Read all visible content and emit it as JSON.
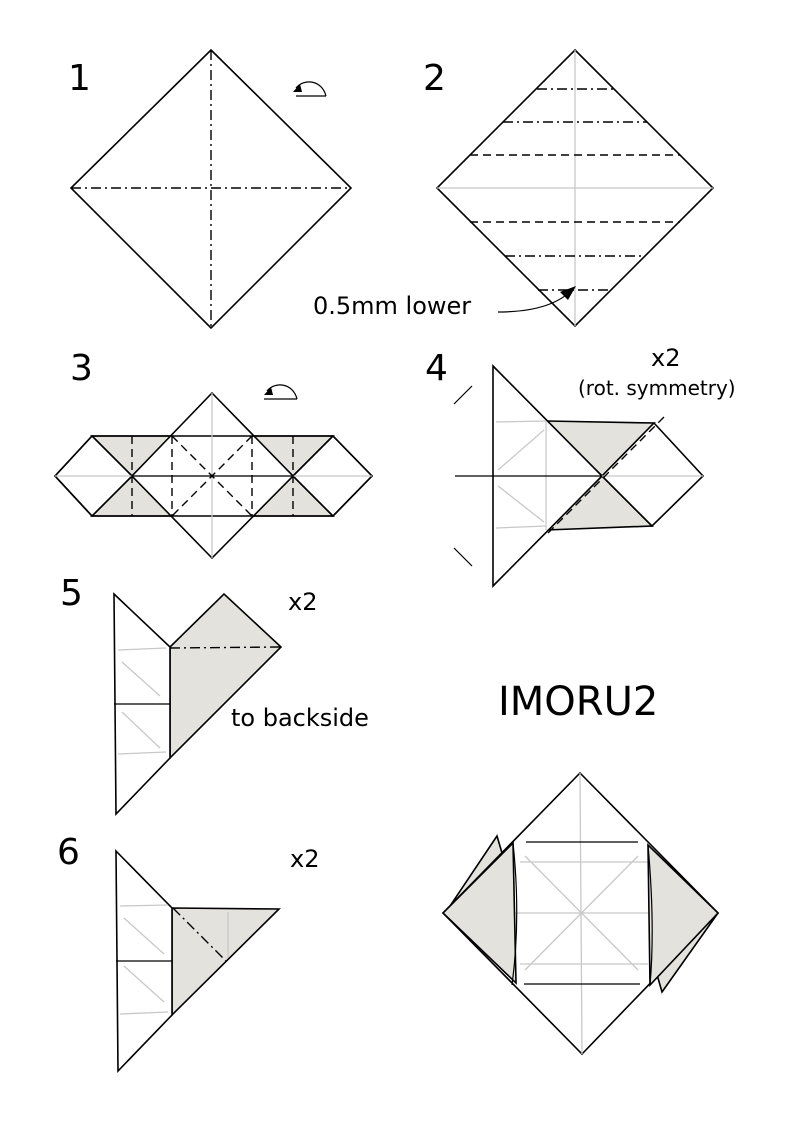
{
  "steps": [
    {
      "number": "1"
    },
    {
      "number": "2",
      "annotation": "0.5mm lower"
    },
    {
      "number": "3"
    },
    {
      "number": "4",
      "repeat": "x2",
      "note": "(rot. symmetry)"
    },
    {
      "number": "5",
      "repeat": "x2",
      "annotation": "to backside"
    },
    {
      "number": "6",
      "repeat": "x2"
    }
  ],
  "title": "IMORU2",
  "colors": {
    "paper": "#ffffff",
    "paper_back": "#e3e2dd",
    "crease": "#c8c8c8",
    "line": "#000000"
  },
  "icons": [
    "turn-over-icon",
    "turn-over-icon",
    "pointer-arrow-icon"
  ]
}
